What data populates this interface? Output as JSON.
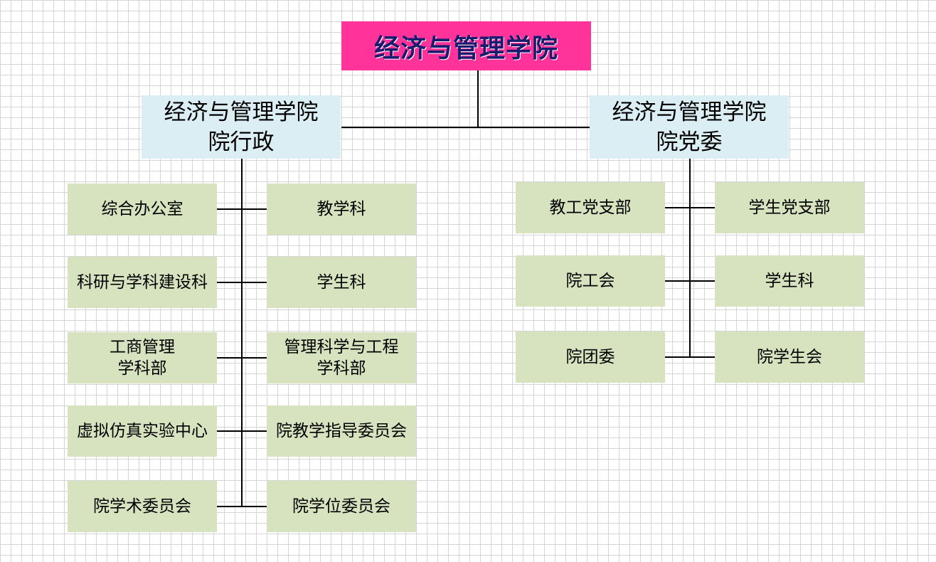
{
  "root": {
    "title": "经济与管理学院"
  },
  "admin": {
    "title_line1": "经济与管理学院",
    "title_line2": "院行政",
    "left": [
      {
        "line1": "综合办公室"
      },
      {
        "line1": "科研与学科建设科"
      },
      {
        "line1": "工商管理",
        "line2": "学科部"
      },
      {
        "line1": "虚拟仿真实验中心"
      },
      {
        "line1": "院学术委员会"
      }
    ],
    "right": [
      {
        "line1": "教学科"
      },
      {
        "line1": "学生科"
      },
      {
        "line1": "管理科学与工程",
        "line2": "学科部"
      },
      {
        "line1": "院教学指导委员会"
      },
      {
        "line1": "院学位委员会"
      }
    ]
  },
  "party": {
    "title_line1": "经济与管理学院",
    "title_line2": "院党委",
    "left": [
      {
        "line1": "教工党支部"
      },
      {
        "line1": "院工会"
      },
      {
        "line1": "院团委"
      }
    ],
    "right": [
      {
        "line1": "学生党支部"
      },
      {
        "line1": "学生科"
      },
      {
        "line1": "院学生会"
      }
    ]
  }
}
